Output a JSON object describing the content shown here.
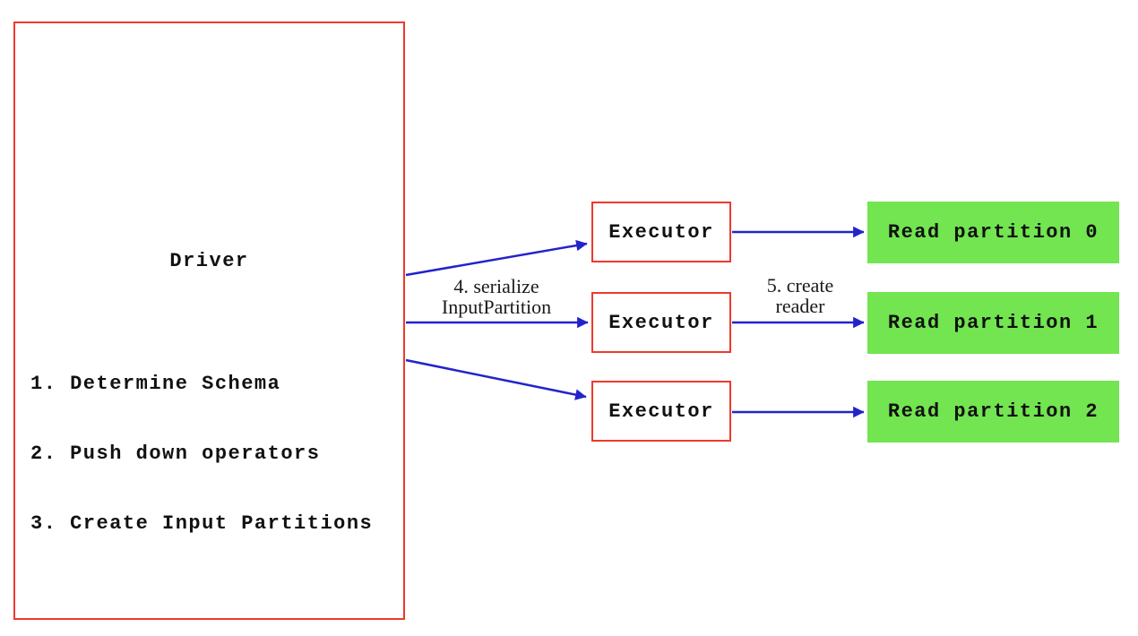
{
  "diagram": {
    "driver": {
      "title": "Driver",
      "steps": [
        "1. Determine Schema",
        "2. Push down operators",
        "3. Create Input Partitions"
      ]
    },
    "executors": [
      {
        "label": "Executor"
      },
      {
        "label": "Executor"
      },
      {
        "label": "Executor"
      }
    ],
    "read_partitions": [
      {
        "label": "Read partition 0"
      },
      {
        "label": "Read partition 1"
      },
      {
        "label": "Read partition 2"
      }
    ],
    "edge_labels": {
      "serialize_line1": "4. serialize",
      "serialize_line2": "InputPartition",
      "reader_line1": "5. create",
      "reader_line2": "reader"
    },
    "colors": {
      "box_border_red": "#ee392c",
      "arrow_blue": "#2323cb",
      "partition_green": "#72e551",
      "background": "#ffffff",
      "text": "#111111"
    }
  }
}
